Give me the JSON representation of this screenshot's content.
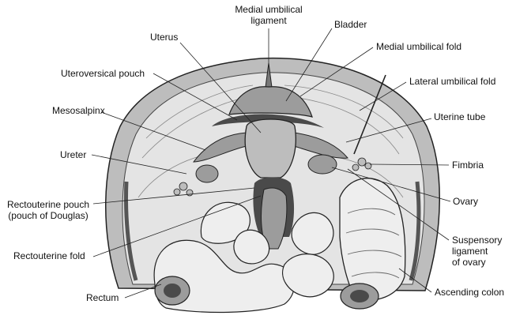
{
  "colors": {
    "line": "#222222",
    "peritoneum_light": "#e4e4e4",
    "peritoneum_mid": "#bdbdbd",
    "organ_dark": "#777777",
    "organ_mid": "#9c9c9c",
    "bowel": "#eeeeee",
    "cavity": "#4a4a4a"
  },
  "labels": {
    "medial_umbilical_ligament": [
      "Medial umbilical",
      "ligament"
    ],
    "bladder": "Bladder",
    "uterus": "Uterus",
    "medial_umbilical_fold": "Medial umbilical fold",
    "uteroversical_pouch": "Uteroversical pouch",
    "lateral_umbilical_fold": "Lateral umbilical fold",
    "mesosalpinx": "Mesosalpinx",
    "uterine_tube": "Uterine tube",
    "ureter": "Ureter",
    "fimbria": "Fimbria",
    "rectouterine_pouch": [
      "Rectouterine pouch",
      "(pouch of Douglas)"
    ],
    "ovary": "Ovary",
    "suspensory_ligament": [
      "Suspensory",
      "ligament",
      "of ovary"
    ],
    "rectouterine_fold": "Rectouterine fold",
    "rectum": "Rectum",
    "ascending_colon": "Ascending colon"
  }
}
